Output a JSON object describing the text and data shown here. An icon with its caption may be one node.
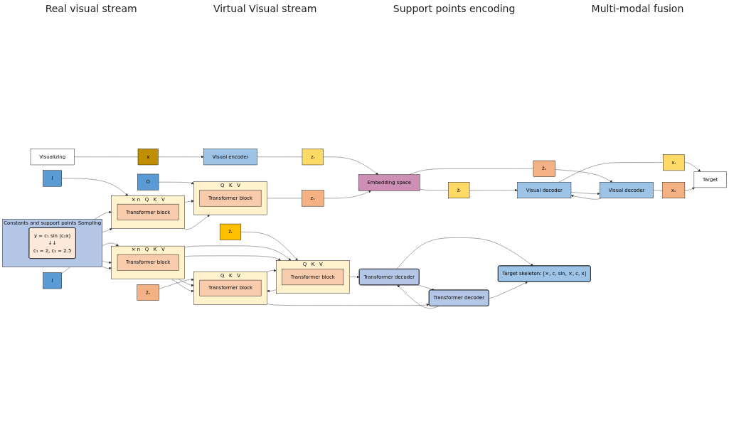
{
  "diagram": {
    "nodes": [
      {
        "text": [
          "Visualizing"
        ]
      },
      {
        "text": [
          "x"
        ]
      },
      {
        "text": [
          "Visual encoder"
        ]
      },
      {
        "text": [
          "zᵣ"
        ]
      },
      {
        "text": [
          "zᵥ"
        ]
      },
      {
        "text": [
          "Embedding space"
        ]
      },
      {
        "text": [
          "ẑᵣ"
        ]
      },
      {
        "text": [
          "ẑᵥ"
        ]
      },
      {
        "text": [
          "Visual decoder"
        ]
      },
      {
        "text": [
          "Visual decoder"
        ]
      },
      {
        "text": [
          "xᵣ"
        ]
      },
      {
        "text": [
          "xᵥ"
        ]
      },
      {
        "text": [
          "Target"
        ]
      },
      {
        "text": [
          "I"
        ]
      },
      {
        "text": [
          "× n",
          "Q",
          "K",
          "V"
        ]
      },
      {
        "text": [
          "Transformer block"
        ],
        "in": 14
      },
      {
        "text": [
          "O"
        ]
      },
      {
        "text": [
          "Q",
          "K",
          "V"
        ]
      },
      {
        "text": [
          "Transformer block"
        ],
        "in": 17
      },
      {
        "text": [
          "Constants and support points Sampling"
        ]
      },
      {
        "text": [
          "y = c₁ sin (c₂x)",
          "↓↓",
          "c₁ = 2, c₂ = 2.5"
        ],
        "in": 19
      },
      {
        "text": [
          "I"
        ]
      },
      {
        "text": [
          "× n",
          "Q",
          "K",
          "V"
        ]
      },
      {
        "text": [
          "Transformer block"
        ],
        "in": 22
      },
      {
        "text": [
          "ẑᵣ"
        ]
      },
      {
        "text": [
          "Q",
          "K",
          "V"
        ]
      },
      {
        "text": [
          "Transformer block"
        ],
        "in": 25
      },
      {
        "text": [
          "ẑᵥ"
        ]
      },
      {
        "text": [
          "Q",
          "K",
          "V"
        ]
      },
      {
        "text": [
          "Transformer block"
        ],
        "in": 28
      },
      {
        "text": [
          "Transformer decoder"
        ]
      },
      {
        "text": [
          "Transformer decoder"
        ]
      },
      {
        "text": [
          "Target skeleton: [×, c, sin, ×, c, x]"
        ]
      }
    ],
    "edges": [
      {
        "from": 0,
        "to": 1,
        "arrow": "none"
      },
      {
        "from": 1,
        "to": 2,
        "arrow": "to"
      },
      {
        "from": 2,
        "to": 3,
        "arrow": "none"
      },
      {
        "from": 3,
        "to": 5,
        "arrow": "to"
      },
      {
        "from": 4,
        "to": 5,
        "arrow": "to"
      },
      {
        "from": 5,
        "to": 6,
        "arrow": "none"
      },
      {
        "from": 5,
        "to": 7,
        "arrow": "none"
      },
      {
        "from": 6,
        "to": 8,
        "arrow": "to"
      },
      {
        "from": 7,
        "to": 9,
        "arrow": "to"
      },
      {
        "from": 9,
        "to": 8,
        "arrow": "to"
      },
      {
        "from": 8,
        "to": 9,
        "arrow": "to"
      },
      {
        "from": 8,
        "to": 10,
        "arrow": "none"
      },
      {
        "from": 9,
        "to": 11,
        "arrow": "none"
      },
      {
        "from": 10,
        "to": 12,
        "arrow": "to"
      },
      {
        "from": 11,
        "to": 12,
        "arrow": "to"
      },
      {
        "from": 13,
        "to": 14,
        "arrow": "to"
      },
      {
        "from": 19,
        "to": 14,
        "arrow": "to"
      },
      {
        "from": 19,
        "to": 14,
        "arrow": "to"
      },
      {
        "from": 16,
        "to": 17,
        "arrow": "to"
      },
      {
        "from": 14,
        "to": 17,
        "arrow": "to"
      },
      {
        "from": 14,
        "to": 17,
        "arrow": "to"
      },
      {
        "from": 17,
        "to": 4,
        "arrow": "none"
      },
      {
        "from": 21,
        "to": 22,
        "arrow": "to"
      },
      {
        "from": 19,
        "to": 22,
        "arrow": "to"
      },
      {
        "from": 19,
        "to": 22,
        "arrow": "to"
      },
      {
        "from": 24,
        "to": 25,
        "arrow": "to"
      },
      {
        "from": 22,
        "to": 25,
        "arrow": "to"
      },
      {
        "from": 22,
        "to": 25,
        "arrow": "to"
      },
      {
        "from": 27,
        "to": 28,
        "arrow": "to"
      },
      {
        "from": 22,
        "to": 28,
        "arrow": "to"
      },
      {
        "from": 22,
        "to": 28,
        "arrow": "to"
      },
      {
        "from": 28,
        "to": 25,
        "arrow": "to"
      },
      {
        "from": 25,
        "to": 28,
        "arrow": "to"
      },
      {
        "from": 25,
        "to": 30,
        "arrow": "to"
      },
      {
        "from": 28,
        "to": 31,
        "arrow": "to"
      },
      {
        "from": 31,
        "to": 30,
        "arrow": "to"
      },
      {
        "from": 30,
        "to": 31,
        "arrow": "to"
      },
      {
        "from": 30,
        "to": 32,
        "arrow": "to"
      },
      {
        "from": 31,
        "to": 32,
        "arrow": "to"
      }
    ],
    "labels": [
      "Real visual stream",
      "Virtual Visual stream",
      "Support points encoding",
      "Multi-modal fusion"
    ]
  }
}
